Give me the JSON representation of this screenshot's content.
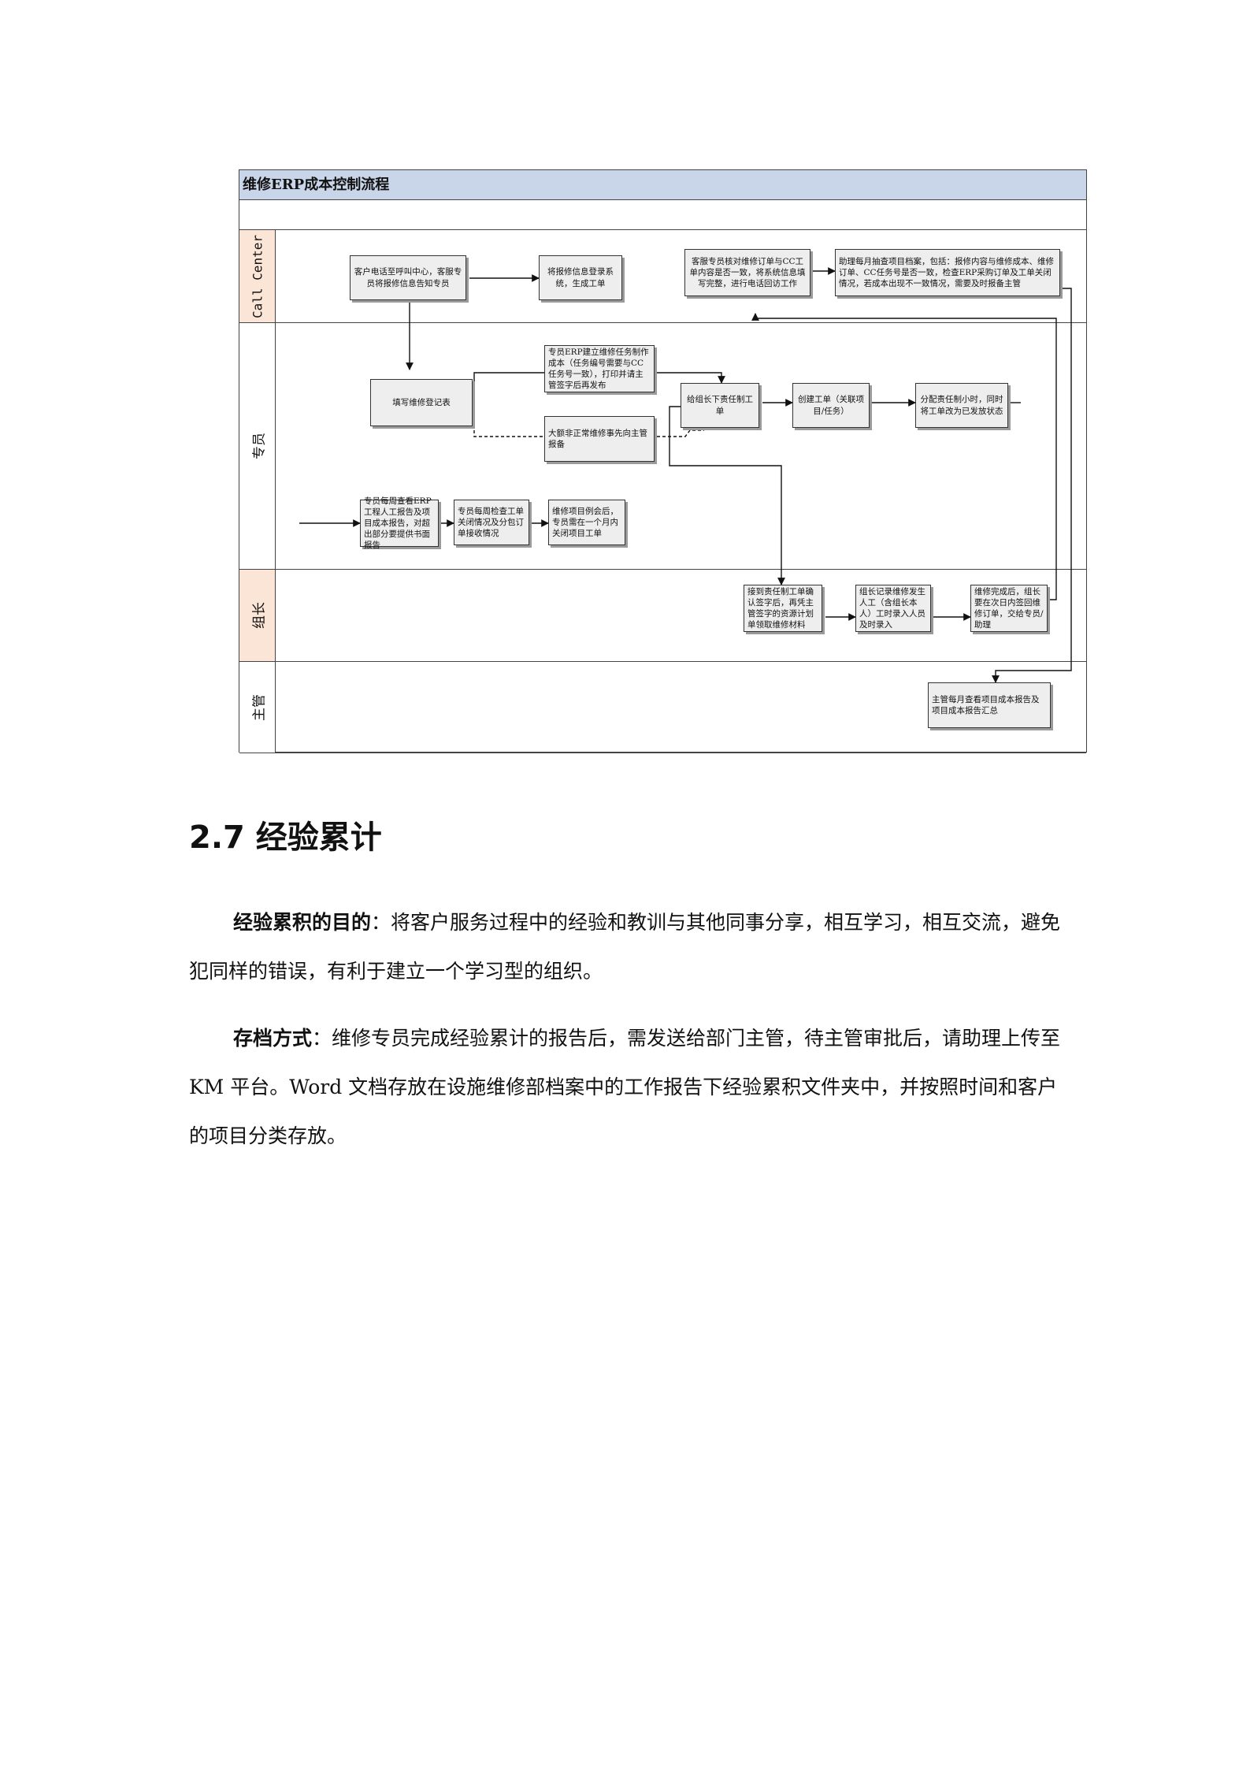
{
  "flowchart": {
    "title": "维修ERP成本控制流程",
    "lanes": [
      "Call Center",
      "专员",
      "组长",
      "主管"
    ],
    "boxes": {
      "b1": "客户电话至呼叫中心，客服专员将报修信息告知专员",
      "b2": "将报修信息登录系统，生成工单",
      "b3": "客服专员核对维修订单与CC工单内容是否一致，将系统信息填写完整，进行电话回访工作",
      "b4": "助理每月抽查项目档案，包括：报修内容与维修成本、维修订单、CC任务号是否一致，检查ERP采购订单及工单关闭情况，若成本出现不一致情况，需要及时报备主管",
      "b5": "填写维修登记表",
      "b6": "专员ERP建立维修任务制作成本（任务编号需要与CC任务号一致），打印并请主管签字后再发布",
      "b7": "大额非正常维修事先向主管报备",
      "b8": "给组长下责任制工单",
      "b9": "创建工单（关联项目/任务）",
      "b10": "分配责任制小时，同时将工单改为已发放状态",
      "b11": "专员每周查看ERP工程人工报告及项目成本报告，对超出部分要提供书面报告",
      "b12": "专员每周检查工单关闭情况及分包订单接收情况",
      "b13": "维修项目例会后，专员需在一个月内关闭项目工单",
      "b14": "接到责任制工单确认签字后，再凭主管签字的资源计划单领取维修材料",
      "b15": "组长记录维修发生人工（含组长本人）工时录入人员及时录入",
      "b16": "维修完成后，组长要在次日内签回维修订单，交给专员/助理",
      "b17": "主管每月查看项目成本报告及项目成本报告汇总"
    }
  },
  "section": {
    "heading": "2.7 经验累计",
    "p1_label": "经验累积的目的",
    "p1_text": "：将客户服务过程中的经验和教训与其他同事分享，相互学习，相互交流，避免犯同样的错误，有利于建立一个学习型的组织。",
    "p2_label": "存档方式",
    "p2_text": "：维修专员完成经验累计的报告后，需发送给部门主管，待主管审批后，请助理上传至 KM 平台。Word 文档存放在设施维修部档案中的工作报告下经验累积文件夹中，并按照时间和客户的项目分类存放。"
  }
}
